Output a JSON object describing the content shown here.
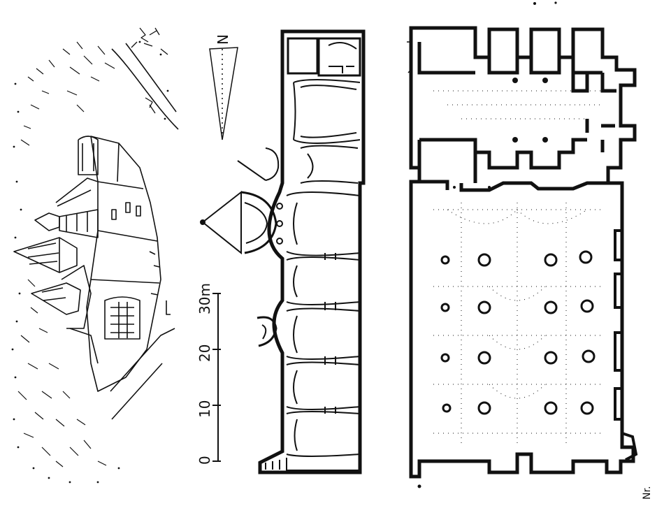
{
  "scale_bar": {
    "ticks": [
      "0",
      "10",
      "20",
      "30m"
    ]
  },
  "north_arrow": {
    "label": "N"
  },
  "corner_mark": {
    "text": "Nr."
  },
  "colors": {
    "ink": "#111111",
    "paper": "#ffffff",
    "hatch": "#333333"
  },
  "panels": {
    "sketch": "perspective-view",
    "section": "longitudinal-section",
    "plan": "ground-plan"
  }
}
